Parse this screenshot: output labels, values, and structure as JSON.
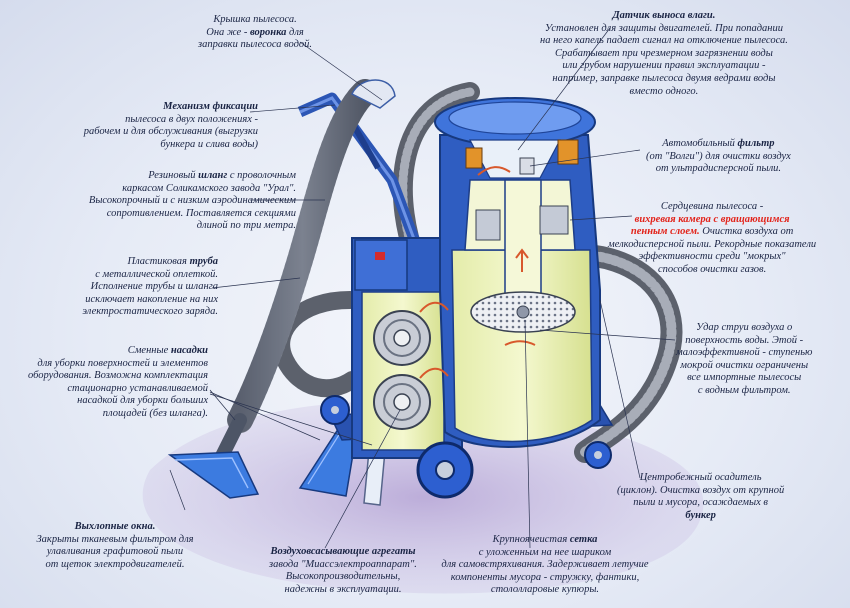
{
  "labels": {
    "lid": {
      "l1": "Крышка пылесоса.",
      "l2a": "Она же - ",
      "l2b": "воронка",
      "l2c": " для",
      "l3": "заправки пылесоса водой."
    },
    "moisture": {
      "title": "Датчик выноса влаги.",
      "lines": [
        "Установлен для защиты двигателей. При попадании",
        "на него капель падает сигнал на отключение пылесоса.",
        "Срабатывает при чрезмерном загрязнении воды",
        "или грубом нарушении правил эксплуатации -",
        "например, заправке пылесоса двумя ведрами воды",
        "вместо одного."
      ]
    },
    "lock": {
      "title": "Механизм фиксации",
      "lines": [
        "пылесоса в двух положениях -",
        "рабочем и для обслуживания (выгрузки",
        "бункера и слива воды)"
      ]
    },
    "filter": {
      "l1a": "Автомобильный ",
      "l1b": "фильтр",
      "l2": "(от \"Волги\") для очистки воздух",
      "l3": "от ультрадисперсной пыли."
    },
    "hose": {
      "l1a": "Резиновый ",
      "l1b": "шланг",
      "l1c": " с проволочным",
      "l2": "каркасом Соликамского завода \"Урал\".",
      "l3": "Высокопрочный и с низким аэродинамическим",
      "l4": "сопротивлением. Поставляется секциями",
      "l5": "длиной по три метра."
    },
    "core": {
      "l1": "Сердцевина пылесоса -",
      "red1": "вихревая камера с вращающимся",
      "red2": "пенным слоем.",
      "l3b": " Очистка воздуха от",
      "l4": "мелкодисперсной пыли. Рекордные показатели",
      "l5": "эффективности среди \"мокрых\"",
      "l6": "способов очистки газов."
    },
    "pipe": {
      "l1a": "Пластиковая ",
      "l1b": "труба",
      "l2": "с металлической оплеткой.",
      "l3": "Исполнение трубы и шланга",
      "l4": "исключает накопление на них",
      "l5": "электростатического заряда."
    },
    "impact": {
      "lines": [
        "Удар струи воздуха о",
        "поверхность воды. Этой -",
        "малоэффективной - ступенью",
        "мокрой очистки ограничены",
        "все импортные пылесосы",
        "с водным фильтром."
      ]
    },
    "nozzles": {
      "l1a": "Сменные ",
      "l1b": "насадки",
      "l2": "для уборки поверхностей и элементов",
      "l3": "оборудования. Возможна комплектация",
      "l4": "стационарно устанавливаемой",
      "l5": "насадкой для уборки больших",
      "l6": "площадей (без шланга)."
    },
    "cyclone": {
      "lines": [
        "Центробежный осадитель",
        "(циклон). Очистка воздух от крупной",
        "пыли и мусора, осаждаемых в"
      ],
      "last": "бункер"
    },
    "exhaust": {
      "title": "Выхлопные окна.",
      "lines": [
        "Закрыты тканевым фильтром для",
        "улавливания графитовой пыли",
        "от щеток электродвигателей."
      ]
    },
    "blowers": {
      "title": "Воздуховсасывающие агрегаты",
      "lines": [
        "завода \"Миассэлектроаппарат\".",
        "Высокопроизводительны,",
        "надежны в эксплуатации."
      ]
    },
    "mesh": {
      "l1a": "Крупноячеистая ",
      "l1b": "сетка",
      "lines": [
        "с уложенным на нее шариком",
        "для самовстряхивания. Задерживает летучие",
        "компоненты мусора - стружку, фантики,",
        "стололларовые купюры."
      ]
    }
  }
}
